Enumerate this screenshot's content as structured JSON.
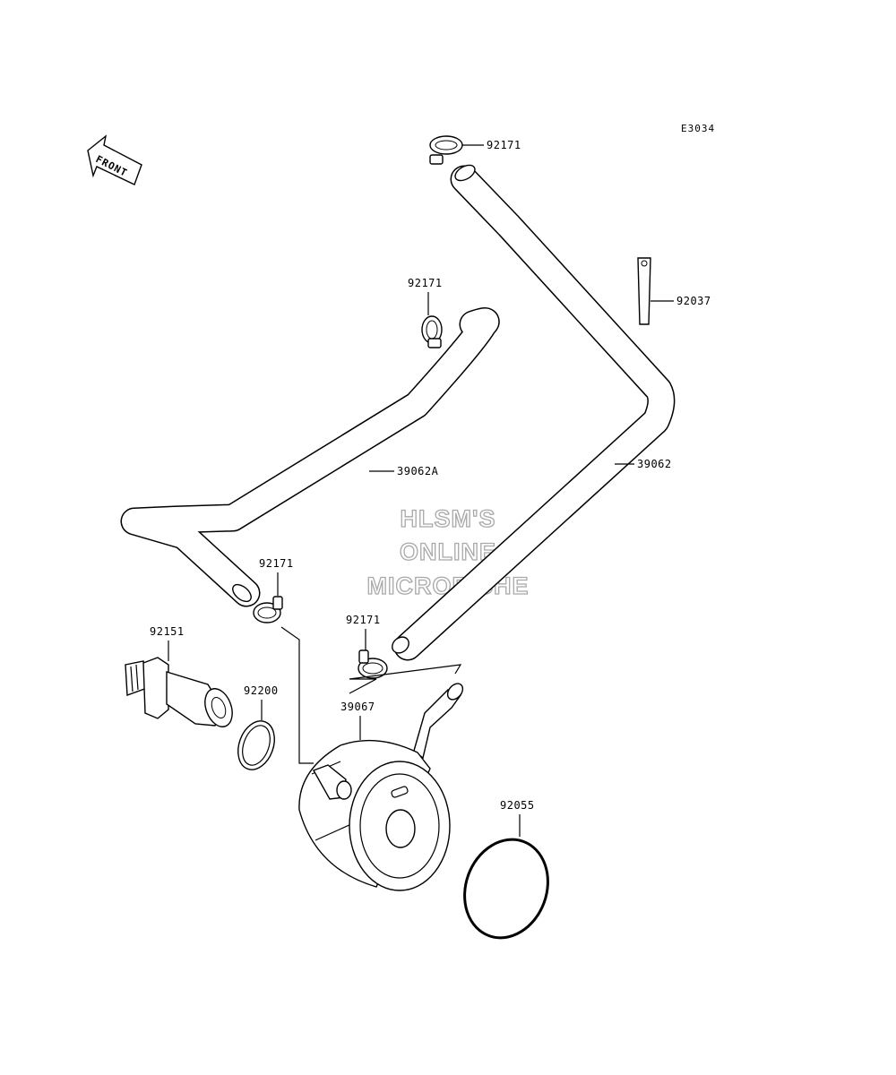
{
  "diagram": {
    "ref_code": "E3034",
    "front_label": "FRONT",
    "watermark": [
      "HLSM'S",
      "ONLINE",
      "MICROFICHE"
    ],
    "parts": {
      "clamp_top": "92171",
      "clamp_upper_left": "92171",
      "clamp_middle_left": "92171",
      "clamp_middle": "92171",
      "band": "92037",
      "hose_right": "39062",
      "hose_left": "39062A",
      "bolt": "92151",
      "washer": "92200",
      "oil_cooler": "39067",
      "o_ring": "92055"
    }
  }
}
